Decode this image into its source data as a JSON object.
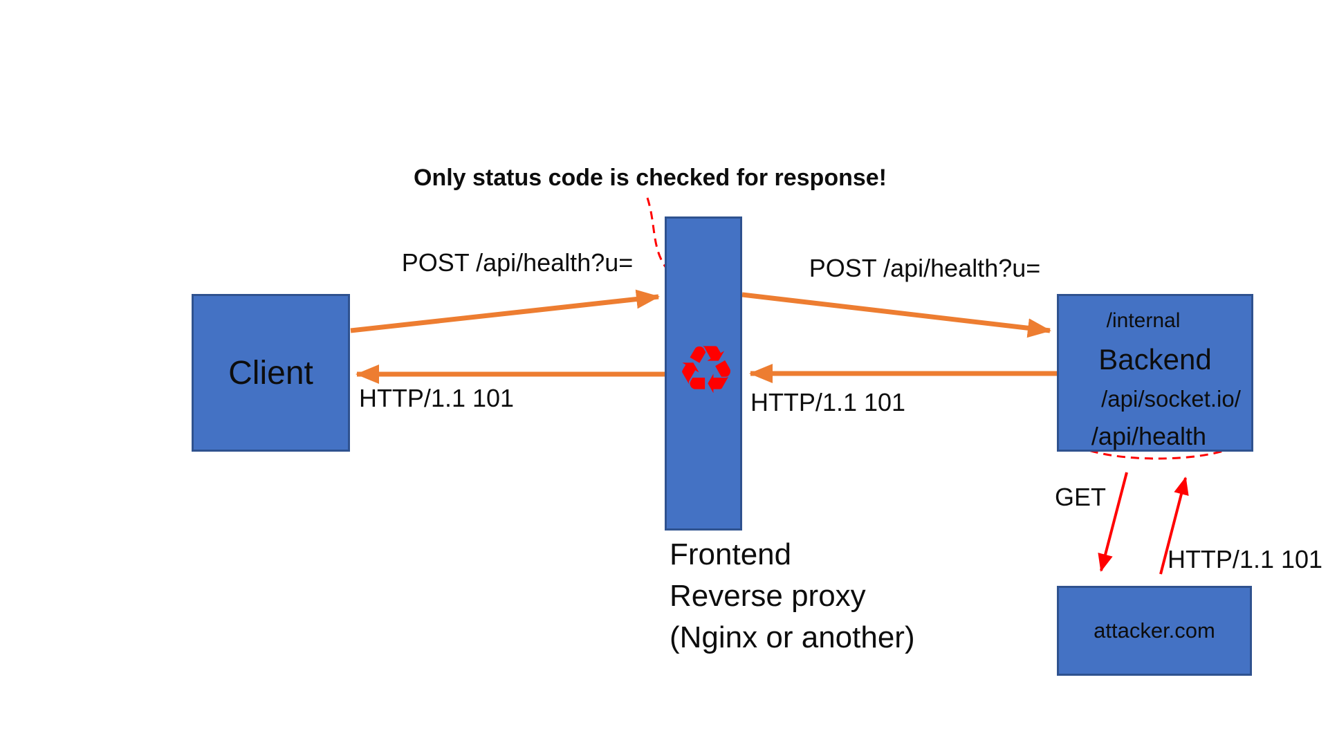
{
  "colors": {
    "box_fill": "#4472C4",
    "box_border": "#2F528F",
    "orange": "#ED7D31",
    "red": "#FF0000",
    "ink": "#0D0D0D",
    "bg": "#FFFFFF"
  },
  "annotation": {
    "note": "Only status code is checked for response!"
  },
  "nodes": {
    "client": {
      "label": "Client"
    },
    "proxy": {
      "caption_line1": "Frontend",
      "caption_line2": "Reverse proxy",
      "caption_line3": "(Nginx or another)"
    },
    "backend": {
      "path_internal": "/internal",
      "label": "Backend",
      "path_socket": "/api/socket.io/",
      "path_health": "/api/health"
    },
    "attacker": {
      "label": "attacker.com"
    }
  },
  "flows": {
    "client_to_proxy": "POST /api/health?u=",
    "proxy_to_backend": "POST /api/health?u=",
    "backend_to_proxy": "HTTP/1.1 101",
    "proxy_to_client": "HTTP/1.1 101",
    "backend_to_attacker": "GET",
    "attacker_to_backend": "HTTP/1.1 101"
  },
  "icons": {
    "recycle": "♻"
  }
}
